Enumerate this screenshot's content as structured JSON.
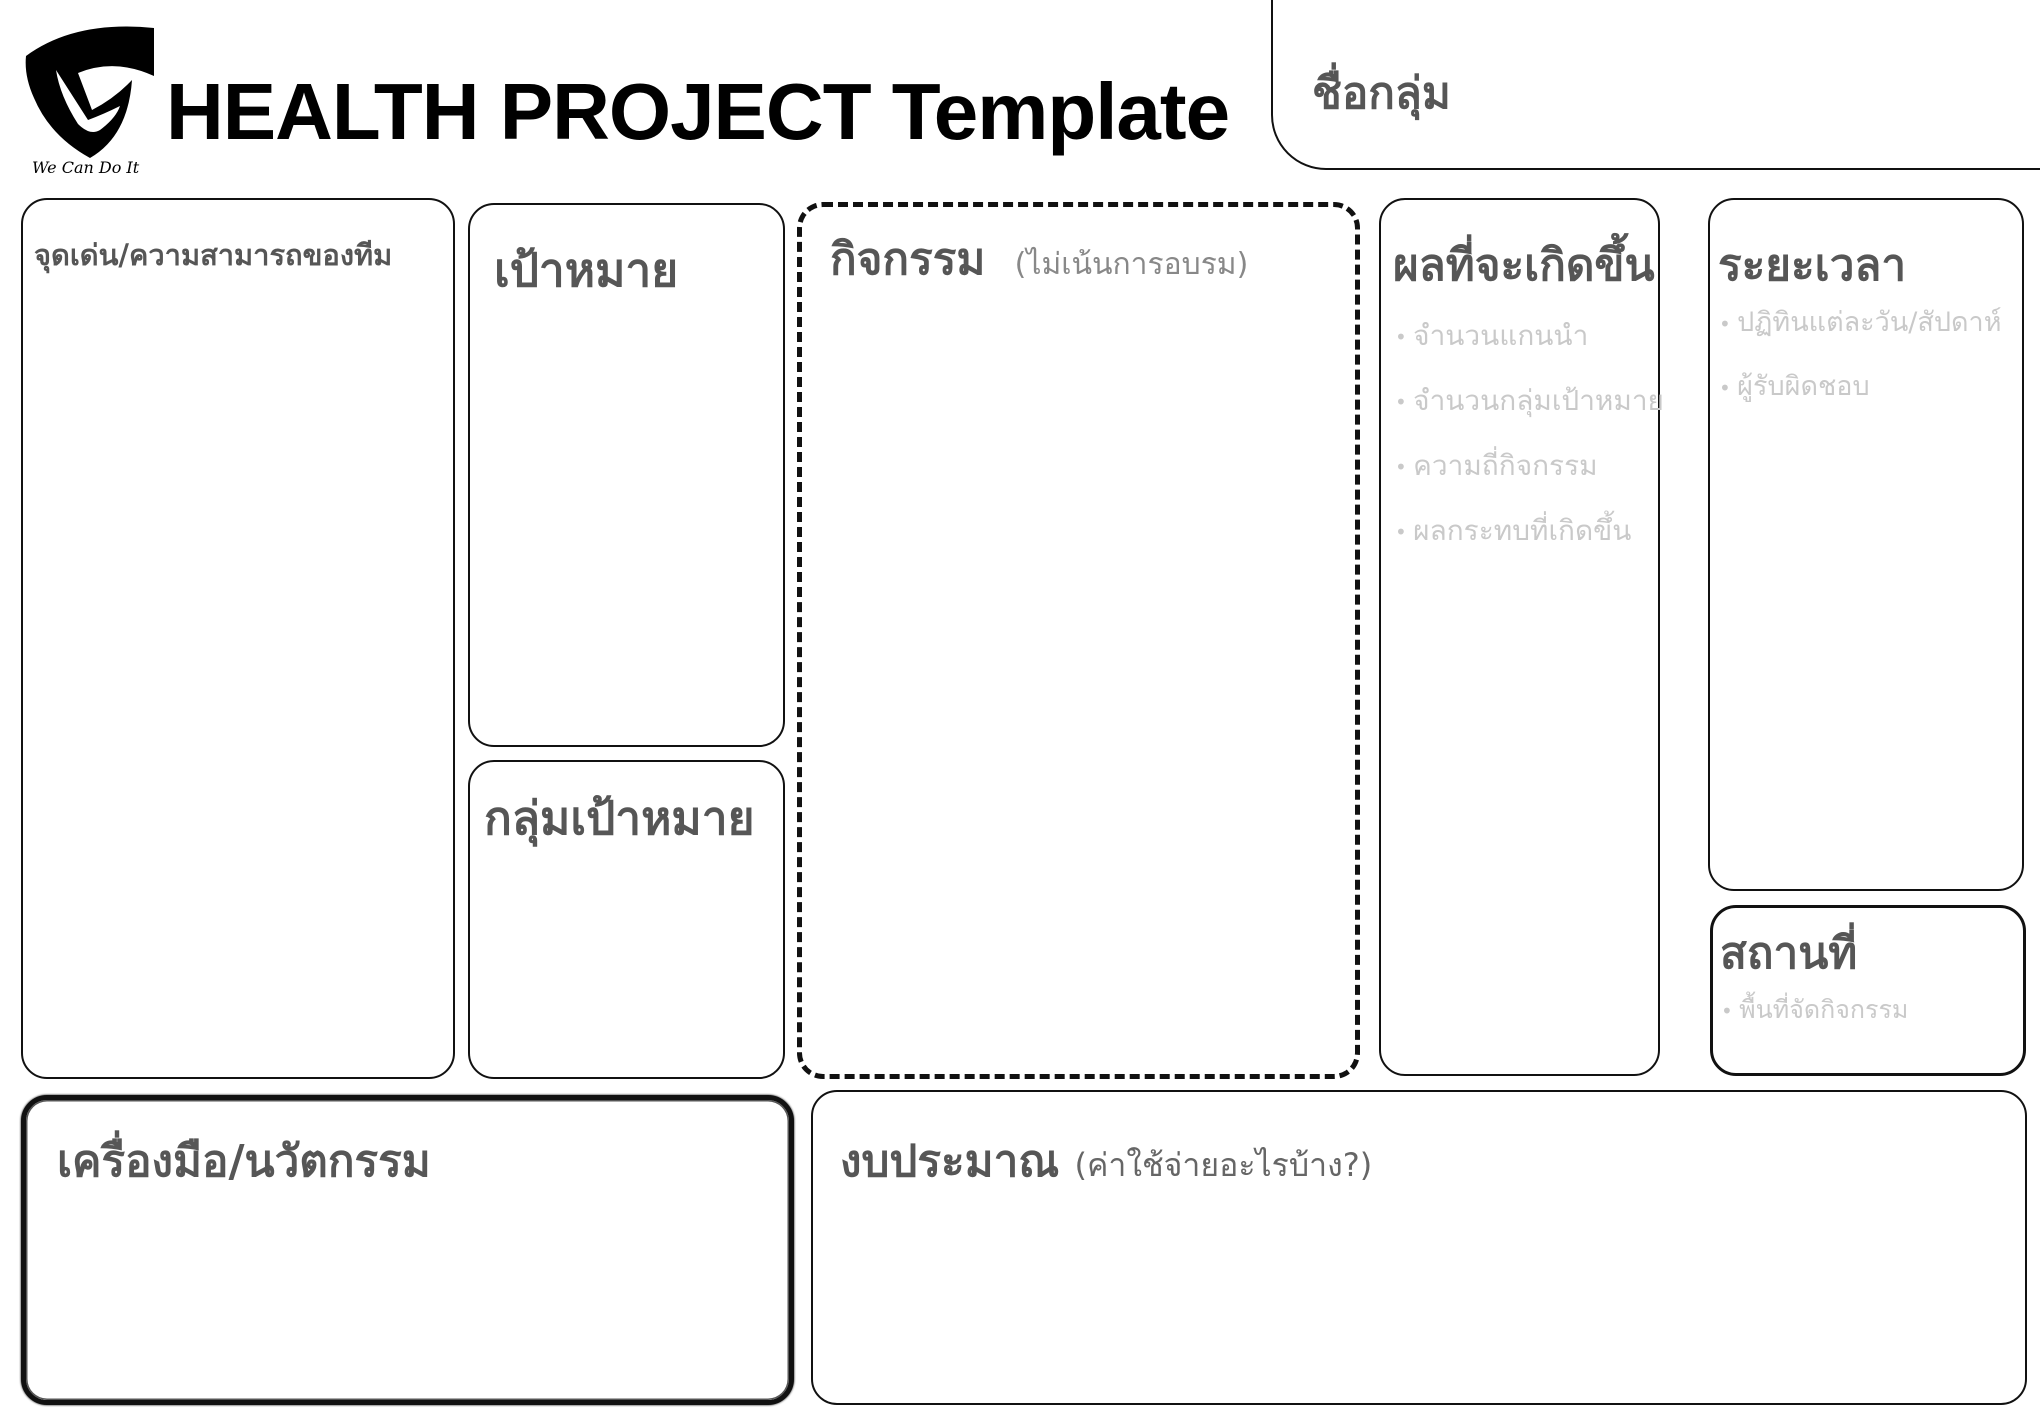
{
  "header": {
    "title": "HEALTH PROJECT  Template",
    "logo_text": "We Can Do It",
    "group_name_label": "ชื่อกลุ่ม"
  },
  "sections": {
    "strengths": {
      "title": "จุดเด่น/ความสามารถของทีม"
    },
    "goal": {
      "title": "เป้าหมาย"
    },
    "target_group": {
      "title": "กลุ่มเป้าหมาย"
    },
    "activity": {
      "title": "กิจกรรม",
      "note": "(ไม่เน้นการอบรม)"
    },
    "outcome": {
      "title": "ผลที่จะเกิดขึ้น",
      "bullets": [
        "จำนวนแกนนำ",
        "จำนวนกลุ่มเป้าหมาย",
        "ความถี่กิจกรรม",
        "ผลกระทบที่เกิดขึ้น"
      ]
    },
    "duration": {
      "title": "ระยะเวลา",
      "bullets": [
        "ปฏิทินแต่ละวัน/สัปดาห์",
        "ผู้รับผิดชอบ"
      ]
    },
    "place": {
      "title": "สถานที่",
      "bullets": [
        "พื้นที่จัดกิจกรรม"
      ]
    },
    "tools": {
      "title": "เครื่องมือ/นวัตกรรม"
    },
    "budget": {
      "title": "งบประมาณ",
      "note": "(ค่าใช้จ่ายอะไรบ้าง?)"
    }
  }
}
